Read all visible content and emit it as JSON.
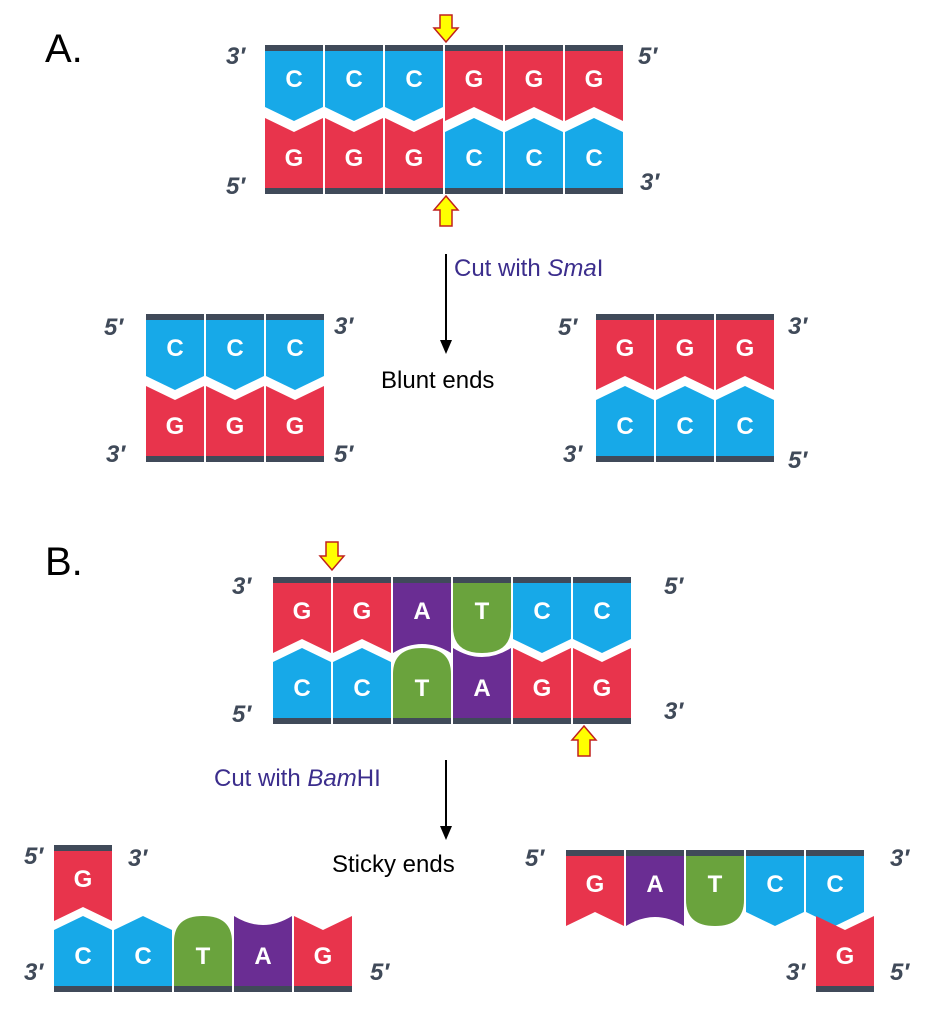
{
  "colors": {
    "G": "#e8344c",
    "C": "#17a9e8",
    "A": "#6a2d93",
    "T": "#6aa33d",
    "backbone": "#404a59",
    "arrow_fill": "#ffff00",
    "arrow_stroke": "#c0201e",
    "enzyme_text": "#3b2d8c"
  },
  "panelA": {
    "label": "A.",
    "top_left_end": "3′",
    "top_right_end": "5′",
    "bottom_left_end": "5′",
    "bottom_right_end": "3′",
    "top_strand": [
      "C",
      "C",
      "C",
      "G",
      "G",
      "G"
    ],
    "bottom_strand": [
      "G",
      "G",
      "G",
      "C",
      "C",
      "C"
    ],
    "enzyme_prefix": "Cut with ",
    "enzyme_name": "Sma",
    "enzyme_suffix": "I",
    "result_caption": "Blunt ends",
    "left_fragment": {
      "top_left_end": "5′",
      "top_right_end": "3′",
      "bottom_left_end": "3′",
      "bottom_right_end": "5′",
      "top_strand": [
        "C",
        "C",
        "C"
      ],
      "bottom_strand": [
        "G",
        "G",
        "G"
      ]
    },
    "right_fragment": {
      "top_left_end": "5′",
      "top_right_end": "3′",
      "bottom_left_end": "3′",
      "bottom_right_end": "5′",
      "top_strand": [
        "G",
        "G",
        "G"
      ],
      "bottom_strand": [
        "C",
        "C",
        "C"
      ]
    }
  },
  "panelB": {
    "label": "B.",
    "top_left_end": "3′",
    "top_right_end": "5′",
    "bottom_left_end": "5′",
    "bottom_right_end": "3′",
    "top_strand": [
      "G",
      "G",
      "A",
      "T",
      "C",
      "C"
    ],
    "bottom_strand": [
      "C",
      "C",
      "T",
      "A",
      "G",
      "G"
    ],
    "enzyme_prefix": "Cut with ",
    "enzyme_name": "Bam",
    "enzyme_suffix": "HI",
    "result_caption": "Sticky ends",
    "left_fragment": {
      "top_left_end": "5′",
      "top_right_end": "3′",
      "bottom_left_end": "3′",
      "bottom_right_end": "5′",
      "top_strand": [
        "G"
      ],
      "bottom_strand": [
        "C",
        "C",
        "T",
        "A",
        "G"
      ]
    },
    "right_fragment": {
      "top_left_end": "5′",
      "top_right_end": "3′",
      "bottom_left_end": "3′",
      "bottom_right_end": "5′",
      "top_strand": [
        "G",
        "A",
        "T",
        "C",
        "C"
      ],
      "bottom_strand": [
        "G"
      ]
    }
  }
}
